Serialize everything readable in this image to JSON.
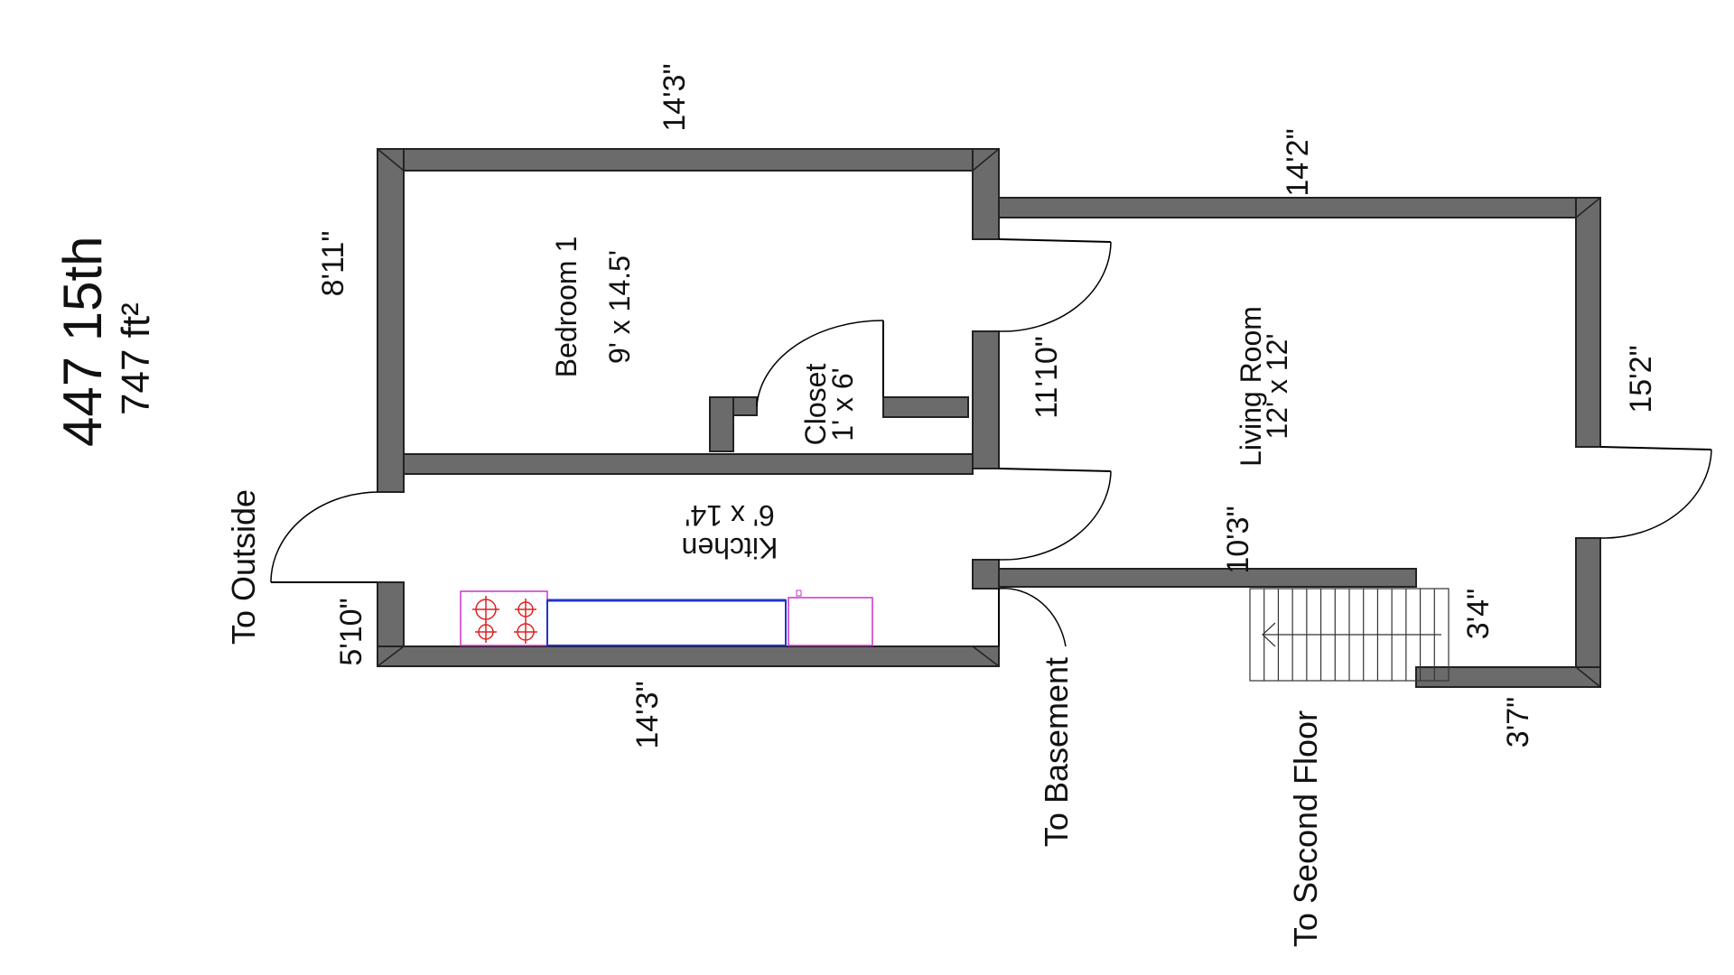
{
  "header": {
    "address": "447 15th",
    "area": "747 ft²"
  },
  "rooms": {
    "bedroom_name": "Bedroom 1",
    "bedroom_size": "9' x 14.5'",
    "closet_name": "Closet",
    "closet_size": "1' x 6'",
    "living_name": "Living Room",
    "living_size": "12' x 12'",
    "kitchen_name": "Kitchen",
    "kitchen_size": "6' x 14'"
  },
  "dimensions": {
    "top_bedroom": "14'3\"",
    "bedroom_left": "8'11\"",
    "living_top": "14'2\"",
    "living_right": "15'2\"",
    "living_left": "11'10\"",
    "hall_wall": "10'3\"",
    "stair_width": "3'4\"",
    "bottom_right": "3'7\"",
    "kitchen_left": "5'10\"",
    "kitchen_bottom": "14'3\""
  },
  "notes": {
    "outside": "To Outside",
    "basement": "To Basement",
    "second_floor": "To Second Floor"
  },
  "colors": {
    "wall": "#6b6b6b",
    "stove": "#e02020",
    "stove_outline": "#cc33cc",
    "counter": "#2233cc",
    "sink": "#cc33cc"
  }
}
